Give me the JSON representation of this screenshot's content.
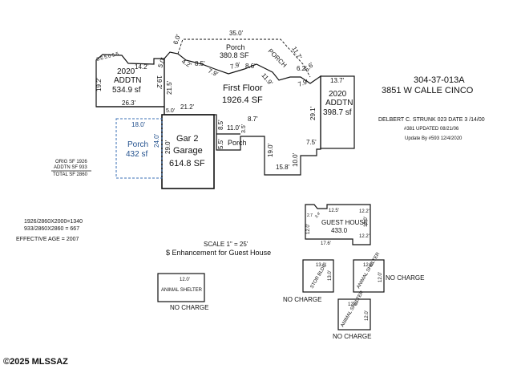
{
  "header": {
    "parcel": "304-37-013A",
    "address": "3851  W  CALLE  CINCO",
    "sketcher": "DELBERT C. STRUNK  023  DATE  3 /14/00",
    "updated": "#381  UPDATED  08/21/06",
    "update_by": "Update By #593   12/4/2020"
  },
  "main_house": {
    "first_floor": {
      "name": "First Floor",
      "area": "1926.4 SF"
    },
    "porch_top": {
      "name": "Porch",
      "area": "380.8 SF"
    },
    "porch_word": "PORCH",
    "addtn_left": {
      "year": "2020",
      "name": "ADDTN",
      "area": "534.9 sf"
    },
    "addtn_right": {
      "year": "2020",
      "name": "ADDTN",
      "area": "398.7 sf"
    },
    "garage": {
      "name": "Gar 2",
      "sub": "Garage",
      "area": "614.8 SF"
    },
    "porch_left": {
      "name": "Porch",
      "area": "432 sf"
    },
    "porch_small": {
      "name": "Porch"
    }
  },
  "dimensions": {
    "d_35": "35.0'",
    "d_11_7": "11.7'",
    "d_6_0": "6.0'",
    "d_14_2": "14.2'",
    "d_top_small": "5.6 5.0 5.5",
    "d_5_0a": "5.0'",
    "d_4_2": "4.2'",
    "d_8_5": "8.5'",
    "d_7_9a": "7.9'",
    "d_7_9b": "7.9'",
    "d_8_6": "8.6'",
    "d_11_9": "11.9'",
    "d_6_2": "6.2'",
    "d_5_6": "5.6'",
    "d_7_9c": "7.9'",
    "d_13_7": "13.7'",
    "d_19_2a": "19.2'",
    "d_19_2b": "19.2'",
    "d_21_5": "21.5'",
    "d_26_3": "26.3'",
    "d_21_2": "21.2'",
    "d_5_0b": "5.0'",
    "d_29_1": "29.1'",
    "d_18_0": "18.0'",
    "d_24_0": "24.0'",
    "d_29_0": "29.0'",
    "d_8_5b": "8.5'",
    "d_11_0": "11.0'",
    "d_8_7": "8.7'",
    "d_5_5": "5.5'",
    "d_3_5": "3.5'",
    "d_19_0": "19.0'",
    "d_7_5": "7.5'",
    "d_10_0": "10.0'",
    "d_15_8": "15.8'"
  },
  "summary": {
    "orig": "ORIG SF  1926",
    "addtn": "ADDTN SF   933",
    "total": "TOTAL SF  2860"
  },
  "calcs": {
    "line1": "1926/2860X2000=1340",
    "line2": "933/2860X2860  =   667",
    "effective": "EFFECTIVE AGE  =  2007"
  },
  "scale": {
    "scale": "SCALE  1\"  =  25'",
    "note": "$ Enhancement for Guest House"
  },
  "guest_house": {
    "name": "GUEST HOUSE",
    "area": "433.0",
    "d_12_5": "12.5'",
    "d_12_2a": "12.2'",
    "d_12_2b": "12.2'",
    "d_17_6": "17.6'",
    "d_12_0a": "12.0'",
    "d_12_0b": "12.0'",
    "d_2_7": "2.7",
    "d_3_4": "3.4'"
  },
  "outbuildings": {
    "shelter_left": {
      "name": "ANIMAL SHELTER",
      "d_top": "12.0'",
      "no_charge": "NO CHARGE"
    },
    "stor": {
      "name": "STOR BLDG",
      "d_top": "13.0'",
      "d_side": "13.0'",
      "no_charge": "NO CHARGE"
    },
    "shelter_mid": {
      "name": "ANIMAL SHELTER",
      "d_top": "12.0'",
      "d_side": "12.0'",
      "no_charge": "NO CHARGE"
    },
    "shelter_bottom": {
      "name": "ANIMAL SHELTER",
      "d_top": "12.0'",
      "d_side": "12.0'",
      "no_charge": "NO CHARGE"
    }
  },
  "footer": {
    "copyright": "©2025 MLSSAZ"
  }
}
